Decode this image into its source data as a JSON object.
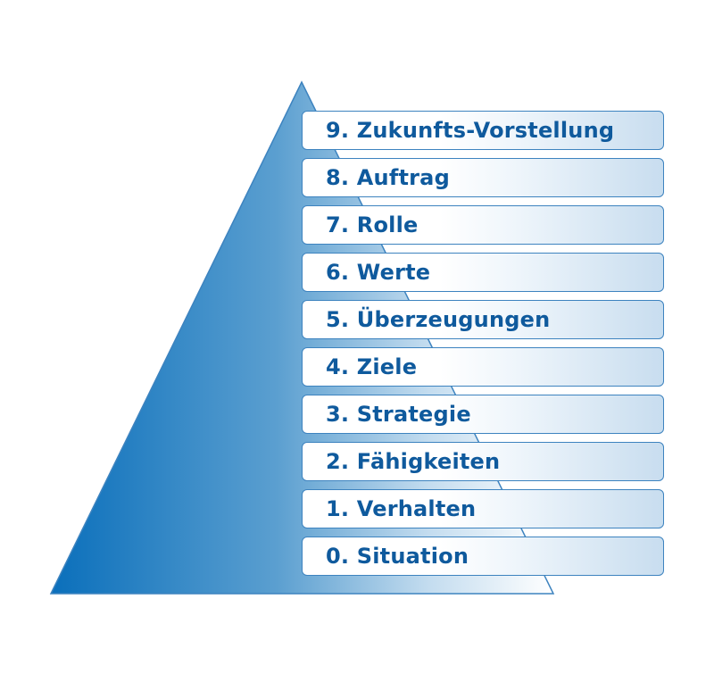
{
  "diagram": {
    "levels": [
      {
        "label": "9. Zukunfts-Vorstellung"
      },
      {
        "label": "8. Auftrag"
      },
      {
        "label": "7. Rolle"
      },
      {
        "label": "6. Werte"
      },
      {
        "label": "5. Überzeugungen"
      },
      {
        "label": "4. Ziele"
      },
      {
        "label": "3. Strategie"
      },
      {
        "label": "2. Fähigkeiten"
      },
      {
        "label": "1. Verhalten"
      },
      {
        "label": "0. Situation"
      }
    ],
    "colors": {
      "triangle_dark": "#0a6fbb",
      "triangle_light": "#ffffff",
      "border": "#3d83bf",
      "text": "#0f5a9d"
    }
  }
}
